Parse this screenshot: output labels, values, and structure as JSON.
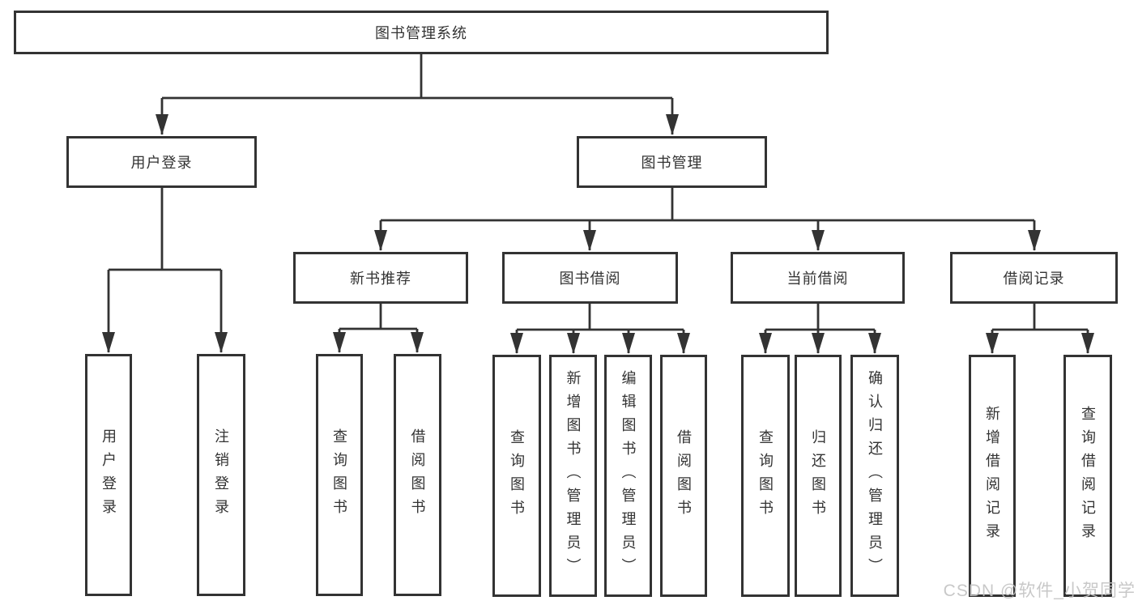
{
  "diagram": {
    "title": "图书管理系统",
    "watermark": "CSDN @软件_小贺同学",
    "colors": {
      "line": "#333333",
      "box_border": "#333333",
      "text": "#333333",
      "watermark": "#c3c3c3",
      "background": "#ffffff"
    },
    "nodes": {
      "root": {
        "label": "图书管理系统"
      },
      "user_login": {
        "label": "用户登录"
      },
      "book_mgmt": {
        "label": "图书管理"
      },
      "new_book_rec": {
        "label": "新书推荐"
      },
      "book_borrow": {
        "label": "图书借阅"
      },
      "current_borrow": {
        "label": "当前借阅"
      },
      "borrow_records": {
        "label": "借阅记录"
      },
      "leaf_user_login": {
        "label": "用户登录"
      },
      "leaf_logout": {
        "label": "注销登录"
      },
      "leaf_query_books_rec": {
        "label": "查询图书"
      },
      "leaf_borrow_books_rec": {
        "label": "借阅图书"
      },
      "leaf_query_books_borrow": {
        "label": "查询图书"
      },
      "leaf_add_books_admin": {
        "label": "新增图书（管理员）"
      },
      "leaf_edit_books_admin": {
        "label": "编辑图书（管理员）"
      },
      "leaf_borrow_books_borrow": {
        "label": "借阅图书"
      },
      "leaf_query_books_current": {
        "label": "查询图书"
      },
      "leaf_return_books": {
        "label": "归还图书"
      },
      "leaf_confirm_return_admin": {
        "label": "确认归还（管理员）"
      },
      "leaf_add_borrow_record": {
        "label": "新增借阅记录"
      },
      "leaf_query_borrow_record": {
        "label": "查询借阅记录"
      }
    },
    "hierarchy": {
      "图书管理系统": {
        "用户登录": [
          "用户登录",
          "注销登录"
        ],
        "图书管理": {
          "新书推荐": [
            "查询图书",
            "借阅图书"
          ],
          "图书借阅": [
            "查询图书",
            "新增图书（管理员）",
            "编辑图书（管理员）",
            "借阅图书"
          ],
          "当前借阅": [
            "查询图书",
            "归还图书",
            "确认归还（管理员）"
          ],
          "借阅记录": [
            "新增借阅记录",
            "查询借阅记录"
          ]
        }
      }
    }
  }
}
